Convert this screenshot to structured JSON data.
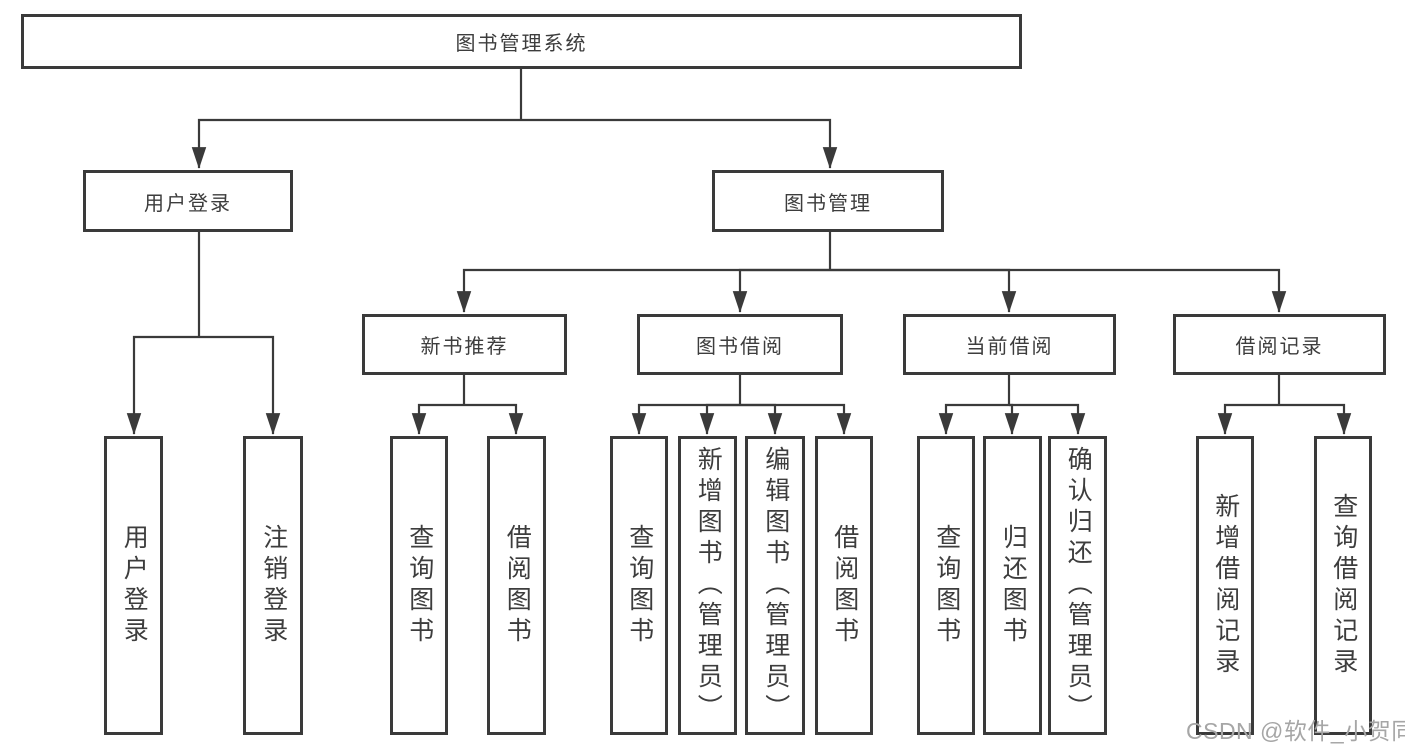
{
  "diagram": {
    "root": {
      "label": "图书管理系统"
    },
    "branches": [
      {
        "label": "用户登录",
        "leaves": [
          {
            "label": "用户登录"
          },
          {
            "label": "注销登录"
          }
        ]
      },
      {
        "label": "图书管理",
        "sections": [
          {
            "label": "新书推荐",
            "leaves": [
              {
                "label": "查询图书"
              },
              {
                "label": "借阅图书"
              }
            ]
          },
          {
            "label": "图书借阅",
            "leaves": [
              {
                "label": "查询图书"
              },
              {
                "label": "新增图书（管理员）"
              },
              {
                "label": "编辑图书（管理员）"
              },
              {
                "label": "借阅图书"
              }
            ]
          },
          {
            "label": "当前借阅",
            "leaves": [
              {
                "label": "查询图书"
              },
              {
                "label": "归还图书"
              },
              {
                "label": "确认归还（管理员）"
              }
            ]
          },
          {
            "label": "借阅记录",
            "leaves": [
              {
                "label": "新增借阅记录"
              },
              {
                "label": "查询借阅记录"
              }
            ]
          }
        ]
      }
    ]
  },
  "watermark": {
    "text": "CSDN @软件_小贺同学"
  },
  "colors": {
    "line": "#3a3a3a",
    "text": "#3d3d3d",
    "watermark": "#a6a6a6",
    "background": "#ffffff"
  }
}
